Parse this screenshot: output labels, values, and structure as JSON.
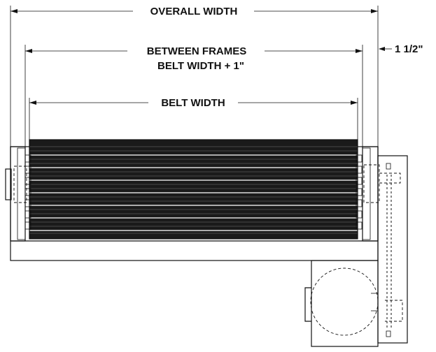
{
  "dimensions": {
    "overall_width": "OVERALL WIDTH",
    "between_frames_line1": "BETWEEN FRAMES",
    "between_frames_line2": "BELT WIDTH + 1\"",
    "belt_width": "BELT WIDTH",
    "offset": "1 1/2\""
  },
  "colors": {
    "line": "#111111",
    "belt": "#1a1a1a",
    "background": "#ffffff"
  }
}
